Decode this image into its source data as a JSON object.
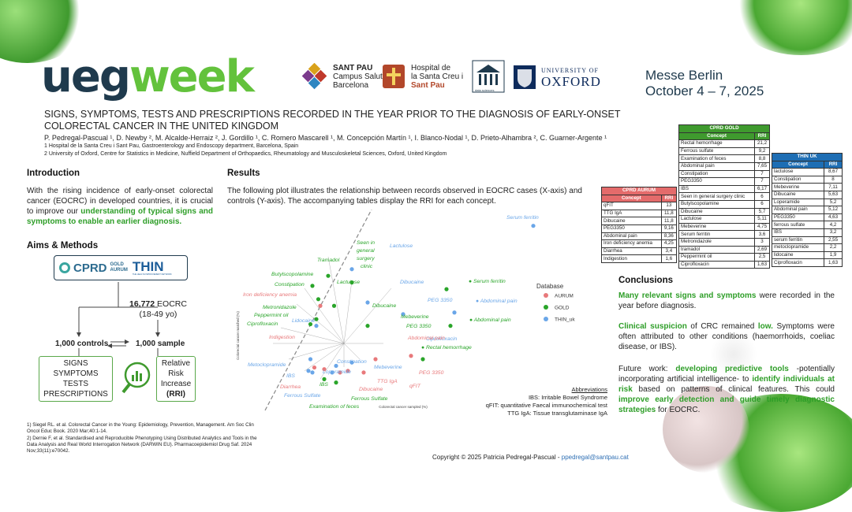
{
  "brand": {
    "ueg": "ueg",
    "week": "week"
  },
  "logos": {
    "santpau": {
      "line1": "SANT PAU",
      "line2": "Campus Salut",
      "line3": "Barcelona"
    },
    "hospital": {
      "line1": "Hospital de",
      "line2": "la Santa Creu i",
      "line3": "Sant Pau"
    },
    "oxford": {
      "line1": "UNIVERSITY OF",
      "line2": "OXFORD"
    },
    "dataScience": "data sciences"
  },
  "event": {
    "line1": "Messe Berlin",
    "line2": "October 4 – 7, 2025"
  },
  "title": "SIGNS, SYMPTOMS, TESTS AND PRESCRIPTIONS RECORDED IN THE YEAR PRIOR TO THE DIAGNOSIS OF EARLY-ONSET COLORECTAL CANCER IN THE UNITED KINGDOM",
  "authors": "P. Pedregal-Pascual ¹,  D. Newby ²,  M. Alcalde-Herraiz ²,  J. Gordillo ¹,  C. Romero Mascarell ¹,  M. Concepción Martín ¹,  I. Blanco-Nodal ¹,  D. Prieto-Alhambra ²,  C. Guarner-Argente ¹",
  "affiliation1": "1 Hospital de la Santa Creu i Sant Pau, Gastroenterology and Endoscopy department, Barcelona, Spain",
  "affiliation2": "2 University of Oxford, Centre for Statistics in Medicine, Nuffield Department of Orthopaedics, Rheumatology and Musculoskeletal Sciences, Oxford, United Kingdom",
  "intro": {
    "heading": "Introduction",
    "text_a": "With the rising incidence of early-onset colorectal cancer (EOCRC) in developed countries, it is crucial to improve our ",
    "highlight": "understanding of typical signs and symptoms to enable an earlier diagnosis."
  },
  "aims": {
    "heading": "Aims & Methods",
    "cprd": "CPRD",
    "gold": "GOLD",
    "aurum": "AURUM",
    "thin": "THIN",
    "thin_sub": "THE HEALTH IMPROVEMENT NETWORK",
    "count_bold": "16,772",
    "count_rest": " EOCRC",
    "age": "(18-49 yo)",
    "controls": "1,000 controls",
    "sample": "1,000 sample",
    "sst_lines": [
      "SIGNS",
      "SYMPTOMS",
      "TESTS",
      "PRESCRIPTIONS"
    ],
    "rri_lines": [
      "Relative",
      "Risk",
      "Increase",
      "(RRI)"
    ]
  },
  "refs": {
    "r1": "1) Siegel RL. et al. Colorectal Cancer in the Young: Epidemiology, Prevention, Management. Am Soc Clin Oncol Educ Book. 2020 Mar;40:1-14.",
    "r2": "2) Dernie F, et al. Standardised and Reproducible Phenotyping Using Distributed Analytics and Tools in the Data Analysis and Real World Interrogation Network (DARWIN EU). Pharmacoepidemiol Drug Saf. 2024 Nov;33(11):e70042."
  },
  "results": {
    "heading": "Results",
    "text": "The following plot illustrates the relationship between records observed in EOCRC cases (X-axis) and controls (Y-axis). The accompanying tables display the RRI for each concept."
  },
  "chart_data": {
    "type": "scatter",
    "title": "",
    "xlabel": "Colorectal cancer sampled (%)",
    "ylabel": "Colorectal cancer matched (%)",
    "legend_title": "Database",
    "legend_position": "right",
    "series": [
      {
        "name": "AURUM",
        "color": "#e8797b",
        "points": [
          {
            "label": "Iron deficiency anemia",
            "x": 1.2,
            "y": 2.9
          },
          {
            "label": "Indigestion",
            "x": 1.05,
            "y": 1.05
          },
          {
            "label": "Diarrhea",
            "x": 1.3,
            "y": 1.0
          },
          {
            "label": "PEG 3350",
            "x": 2.6,
            "y": 1.3
          },
          {
            "label": "Abdominal pain",
            "x": 3.5,
            "y": 1.4
          },
          {
            "label": "qFIT",
            "x": 2.3,
            "y": 0.9
          },
          {
            "label": "TTG IgA",
            "x": 1.9,
            "y": 0.95
          },
          {
            "label": "Dibucaine",
            "x": 1.7,
            "y": 0.9
          }
        ]
      },
      {
        "name": "GOLD",
        "color": "#2aa52a",
        "points": [
          {
            "label": "Butylscopolamine",
            "x": 1.0,
            "y": 3.5
          },
          {
            "label": "Constipation",
            "x": 1.15,
            "y": 3.1
          },
          {
            "label": "Metronidazole",
            "x": 1.1,
            "y": 2.5
          },
          {
            "label": "Peppermint oil",
            "x": 0.95,
            "y": 2.35
          },
          {
            "label": "Tramadol",
            "x": 1.4,
            "y": 3.8
          },
          {
            "label": "Lactulose",
            "x": 1.55,
            "y": 2.9
          },
          {
            "label": "Seen in general surgery clinic",
            "x": 2.0,
            "y": 3.6
          },
          {
            "label": "Mebeverine",
            "x": 2.4,
            "y": 2.3
          },
          {
            "label": "Serum ferritin",
            "x": 4.4,
            "y": 3.4
          },
          {
            "label": "Abdominal pain",
            "x": 4.5,
            "y": 2.3
          },
          {
            "label": "Rectal hemorrhage",
            "x": 3.8,
            "y": 1.3
          },
          {
            "label": "Examination of feces",
            "x": 1.6,
            "y": 0.6
          },
          {
            "label": "Ferrous Sulfate",
            "x": 1.3,
            "y": 0.7
          }
        ]
      },
      {
        "name": "THIN_uk",
        "color": "#6aa6e8",
        "points": [
          {
            "label": "Serum ferritin",
            "x": 6.6,
            "y": 5.3
          },
          {
            "label": "Lactulose",
            "x": 2.0,
            "y": 4.0
          },
          {
            "label": "Dibucaine",
            "x": 2.4,
            "y": 3.0
          },
          {
            "label": "PEG 3350",
            "x": 3.3,
            "y": 2.65
          },
          {
            "label": "Abdominal pain",
            "x": 4.6,
            "y": 2.7
          },
          {
            "label": "Lidocaine",
            "x": 1.1,
            "y": 2.3
          },
          {
            "label": "Ciprofloxacin",
            "x": 0.95,
            "y": 1.3
          },
          {
            "label": "Metoclopramide",
            "x": 0.9,
            "y": 0.95
          },
          {
            "label": "IBS",
            "x": 1.0,
            "y": 0.9
          },
          {
            "label": "Loperamide",
            "x": 1.5,
            "y": 0.9
          },
          {
            "label": "Constipation",
            "x": 1.6,
            "y": 1.1
          },
          {
            "label": "Mebeverine",
            "x": 2.0,
            "y": 1.2
          }
        ]
      }
    ],
    "labels": [
      {
        "text": "Serum ferritin",
        "color": "#6aa6e8"
      },
      {
        "text": "Seen in",
        "color": "#2aa52a"
      },
      {
        "text": "general",
        "color": "#2aa52a"
      },
      {
        "text": "surgery",
        "color": "#2aa52a"
      },
      {
        "text": "clinic",
        "color": "#2aa52a"
      },
      {
        "text": "Lactulose",
        "color": "#6aa6e8"
      },
      {
        "text": "Tramadol",
        "color": "#2aa52a"
      },
      {
        "text": "Butylscopolamine",
        "color": "#2aa52a"
      },
      {
        "text": "Constipation",
        "color": "#2aa52a"
      },
      {
        "text": "Iron deficiency anemia",
        "color": "#e8797b"
      },
      {
        "text": "Lactulose",
        "color": "#2aa52a"
      },
      {
        "text": "Dibucaine",
        "color": "#6aa6e8"
      },
      {
        "text": "● Serum ferritin",
        "color": "#2aa52a"
      },
      {
        "text": "PEG 3350",
        "color": "#6aa6e8"
      },
      {
        "text": "● Abdominal pain",
        "color": "#6aa6e8"
      },
      {
        "text": "Metronidazole",
        "color": "#2aa52a"
      },
      {
        "text": "Peppermint oil",
        "color": "#2aa52a"
      },
      {
        "text": "Ciprofloxacin",
        "color": "#2aa52a"
      },
      {
        "text": "Lidocaine",
        "color": "#6aa6e8"
      },
      {
        "text": "Dibucaine",
        "color": "#2aa52a"
      },
      {
        "text": "Mebeverine",
        "color": "#2aa52a"
      },
      {
        "text": "● Abdominal pain",
        "color": "#2aa52a"
      },
      {
        "text": "PEG 3350",
        "color": "#2aa52a"
      },
      {
        "text": "Ciprofloxacin",
        "color": "#6aa6e8"
      },
      {
        "text": "Abdominal pain",
        "color": "#e8797b"
      },
      {
        "text": "Indigestion",
        "color": "#e8797b"
      },
      {
        "text": "● Rectal hemorrhage",
        "color": "#2aa52a"
      },
      {
        "text": "Metoclopramide",
        "color": "#6aa6e8"
      },
      {
        "text": "Constipation",
        "color": "#6aa6e8"
      },
      {
        "text": "Mebeverine",
        "color": "#6aa6e8"
      },
      {
        "text": "PEG 3350",
        "color": "#e8797b"
      },
      {
        "text": "IBS",
        "color": "#6aa6e8"
      },
      {
        "text": "Loperamide",
        "color": "#6aa6e8"
      },
      {
        "text": "TTG IgA",
        "color": "#e8797b"
      },
      {
        "text": "qFIT",
        "color": "#e8797b"
      },
      {
        "text": "Diarrhea",
        "color": "#e8797b"
      },
      {
        "text": "IBS",
        "color": "#2aa52a"
      },
      {
        "text": "Dibucaine",
        "color": "#e8797b"
      },
      {
        "text": "Ferrous Sulfate",
        "color": "#6aa6e8"
      },
      {
        "text": "Ferrous Sulfate",
        "color": "#2aa52a"
      },
      {
        "text": "Examination of feces",
        "color": "#2aa52a"
      }
    ]
  },
  "abbrev": {
    "heading": "Abbreviations",
    "ibs": "IBS: Irritable Bowel Syndrome",
    "qfit": "qFIT: quantitative Faecal immunochemical test",
    "ttg": "TTG IgA: Tissue transglutaminase IgA"
  },
  "tables": {
    "gold": {
      "title": "CPRD GOLD",
      "color": "#3f9a2e",
      "head": [
        "Concept",
        "RRI"
      ],
      "rows": [
        [
          "Rectal hemorrhage",
          "21,2"
        ],
        [
          "Ferrous sulfate",
          "9,2"
        ],
        [
          "Examination of feces",
          "8,8"
        ],
        [
          "Abdominal pain",
          "7,65"
        ],
        [
          "Constipation",
          "7"
        ],
        [
          "PEG3350",
          "7"
        ],
        [
          "IBS",
          "6,17"
        ],
        [
          "Seen in general surgery clinic",
          "6"
        ],
        [
          "Butylscopolamine",
          "6"
        ],
        [
          "Dibucaine",
          "5,7"
        ],
        [
          "Lactulose",
          "5,11"
        ],
        [
          "Mebeverine",
          "4,75"
        ],
        [
          "Serum ferritin",
          "3,6"
        ],
        [
          "Metronidazole",
          "3"
        ],
        [
          "tramadol",
          "2,69"
        ],
        [
          "Peppermint oil",
          "2,5"
        ],
        [
          "Ciprofloxacin",
          "1,63"
        ]
      ]
    },
    "aurum": {
      "title": "CPRD AURUM",
      "color": "#e46b6b",
      "head": [
        "Concept",
        "RRI"
      ],
      "rows": [
        [
          "qFIT",
          "13"
        ],
        [
          "TTG IgA",
          "11,8"
        ],
        [
          "Dibucaine",
          "11,8"
        ],
        [
          "PEG3350",
          "9,16"
        ],
        [
          "Abdominal pain",
          "8,36"
        ],
        [
          "Iron deficiency anemia",
          "4,25"
        ],
        [
          "Diarrhea",
          "3,4"
        ],
        [
          "Indigestion",
          "1,6"
        ]
      ]
    },
    "thin": {
      "title": "THIN UK",
      "color": "#1e6eb4",
      "head": [
        "Concept",
        "RRI"
      ],
      "rows": [
        [
          "lactulose",
          "8,67"
        ],
        [
          "Constipation",
          "8"
        ],
        [
          "Mebeverine",
          "7,11"
        ],
        [
          "Dibucaine",
          "5,63"
        ],
        [
          "Loperamide",
          "5,2"
        ],
        [
          "Abdominal pain",
          "5,12"
        ],
        [
          "PEG3350",
          "4,63"
        ],
        [
          "ferrous sulfate",
          "4,2"
        ],
        [
          "IBS",
          "3,2"
        ],
        [
          "serum ferritin",
          "2,55"
        ],
        [
          "metoclopramide",
          "2,2"
        ],
        [
          "lidocaine",
          "1,9"
        ],
        [
          "Ciprofloxacin",
          "1,63"
        ]
      ]
    }
  },
  "conclusions": {
    "heading": "Conclusions",
    "p1_hl": "Many relevant signs and symptoms",
    "p1_rest": " were recorded in the year before diagnosis.",
    "p2_hl": "Clinical suspicion",
    "p2_mid": " of CRC remained ",
    "p2_low": "low.",
    "p2_rest": " Symptoms were often attributed to other conditions (haemorrhoids, coeliac disease, or IBS).",
    "p3_a": "Future work: ",
    "p3_hl1": "developing predictive tools",
    "p3_b": " -potentially incorporating artificial intelligence- to ",
    "p3_hl2": "identify individuals at risk",
    "p3_c": " based on patterns of clinical features. This could ",
    "p3_hl3": "improve early detection and guide timely diagnostic strategies",
    "p3_d": " for EOCRC."
  },
  "copyright": {
    "text": "Copyright © 2025 Patricia Pedregal-Pascual - ",
    "email": "ppedregal@santpau.cat"
  },
  "colors": {
    "brand_green": "#63c23c",
    "navy": "#1f3a4d",
    "accent_green": "#2e9e28"
  }
}
